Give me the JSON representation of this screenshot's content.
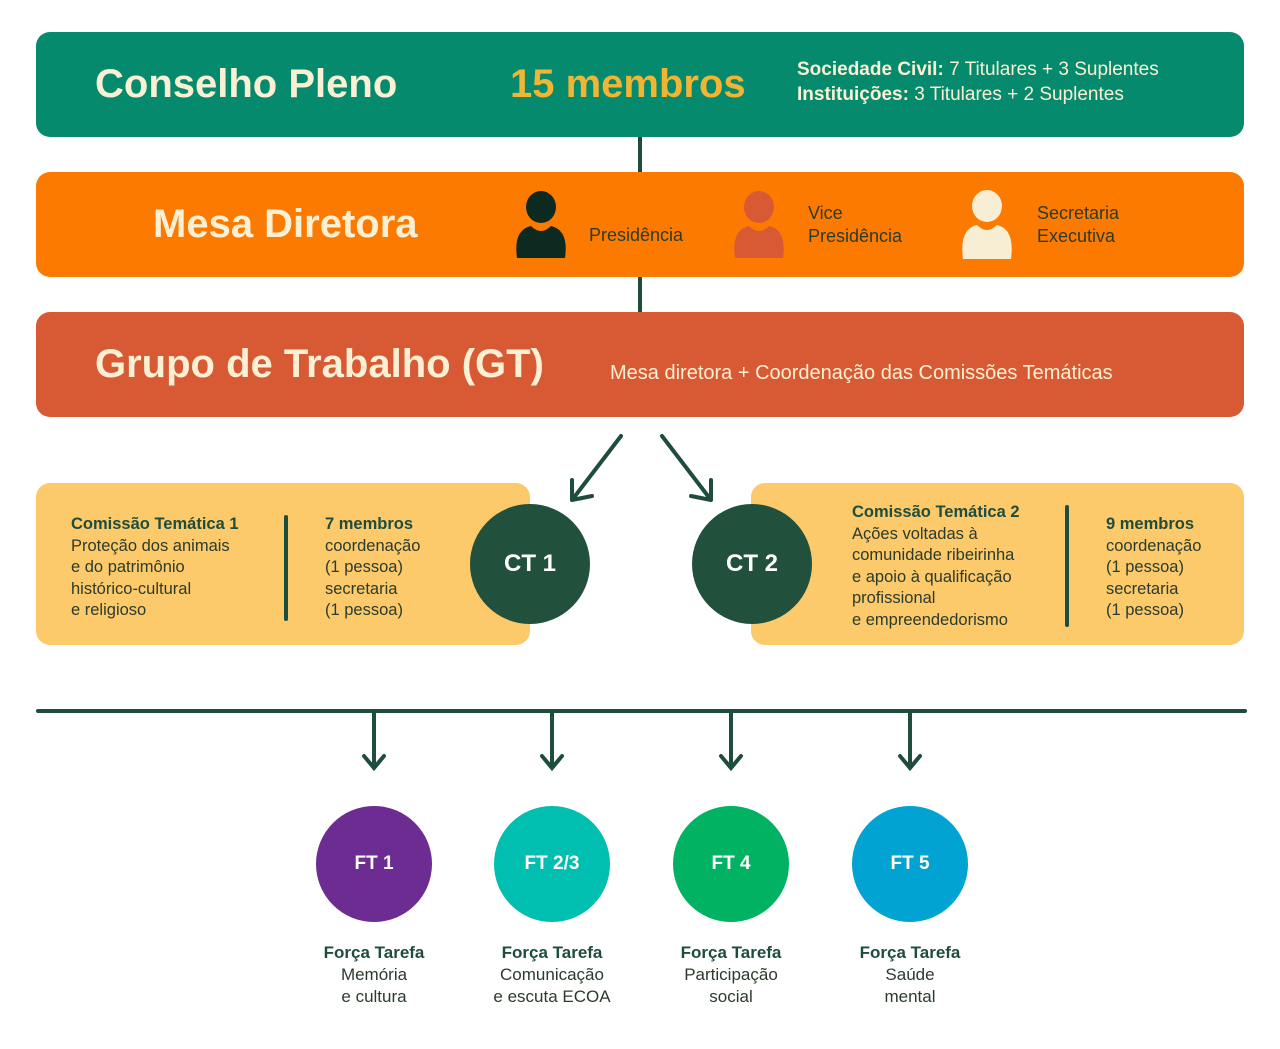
{
  "conselho": {
    "title": "Conselho Pleno",
    "members": "15 membros",
    "civil_label": "Sociedade Civil:",
    "civil_value": "7 Titulares + 3 Suplentes",
    "inst_label": "Instituições:",
    "inst_value": "3 Titulares + 2 Suplentes",
    "color": "#058a6e"
  },
  "mesa": {
    "title": "Mesa Diretora",
    "roles": [
      {
        "line1": "",
        "line2": "Presidência",
        "icon": "person-icon",
        "color": "#0c2a1f"
      },
      {
        "line1": "Vice",
        "line2": "Presidência",
        "icon": "person-icon",
        "color": "#d75a35"
      },
      {
        "line1": "Secretaria",
        "line2": "Executiva",
        "icon": "person-icon",
        "color": "#f8eed4"
      }
    ],
    "color": "#fd7a00"
  },
  "gt": {
    "title": "Grupo de Trabalho (GT)",
    "subtitle": "Mesa diretora + Coordenação das Comissões Temáticas",
    "color": "#d75a35"
  },
  "ct1": {
    "badge": "CT 1",
    "title": "Comissão Temática 1",
    "desc": [
      "Proteção dos animais",
      "e do patrimônio",
      "histórico-cultural",
      "e religioso"
    ],
    "members": "7 membros",
    "roles": [
      "coordenação",
      "(1 pessoa)",
      "secretaria",
      "(1 pessoa)"
    ]
  },
  "ct2": {
    "badge": "CT 2",
    "title": "Comissão Temática 2",
    "desc": [
      "Ações voltadas à",
      "comunidade ribeirinha",
      "e apoio à qualificação",
      "profissional",
      "e empreendedorismo"
    ],
    "members": "9 membros",
    "roles": [
      "coordenação",
      "(1 pessoa)",
      "secretaria",
      "(1 pessoa)"
    ]
  },
  "forcas": [
    {
      "badge": "FT 1",
      "title": "Força Tarefa",
      "line1": "Memória",
      "line2": "e cultura",
      "color": "#6d2c91"
    },
    {
      "badge": "FT 2/3",
      "title": "Força Tarefa",
      "line1": "Comunicação",
      "line2": "e escuta ECOA",
      "color": "#00bfb0"
    },
    {
      "badge": "FT 4",
      "title": "Força Tarefa",
      "line1": "Participação",
      "line2": "social",
      "color": "#00b261"
    },
    {
      "badge": "FT 5",
      "title": "Força Tarefa",
      "line1": "Saúde",
      "line2": "mental",
      "color": "#00a3d2"
    }
  ]
}
